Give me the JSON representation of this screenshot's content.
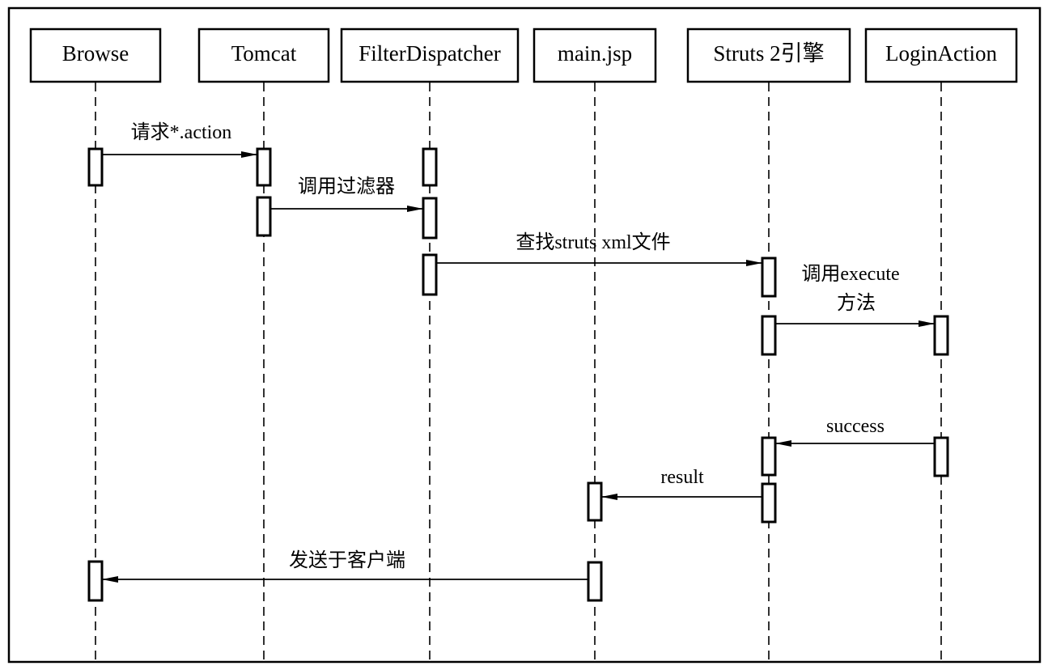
{
  "participants": [
    {
      "id": "browse",
      "label": "Browse"
    },
    {
      "id": "tomcat",
      "label": "Tomcat"
    },
    {
      "id": "filter",
      "label": "FilterDispatcher"
    },
    {
      "id": "mainjsp",
      "label": "main.jsp"
    },
    {
      "id": "struts",
      "label": "Struts 2引擎"
    },
    {
      "id": "login",
      "label": "LoginAction"
    }
  ],
  "messages": [
    {
      "id": "request-action",
      "from": "browse",
      "to": "tomcat",
      "label": "请求*.action"
    },
    {
      "id": "invoke-filter",
      "from": "tomcat",
      "to": "filter",
      "label": "调用过滤器"
    },
    {
      "id": "find-struts-xml",
      "from": "filter",
      "to": "struts",
      "label": "查找struts xml文件"
    },
    {
      "id": "invoke-execute",
      "from": "struts",
      "to": "login",
      "label_line1": "调用execute",
      "label_line2": "方法"
    },
    {
      "id": "success",
      "from": "login",
      "to": "struts",
      "label": "success"
    },
    {
      "id": "result",
      "from": "struts",
      "to": "mainjsp",
      "label": "result"
    },
    {
      "id": "send-to-client",
      "from": "mainjsp",
      "to": "browse",
      "label": "发送于客户端"
    }
  ]
}
